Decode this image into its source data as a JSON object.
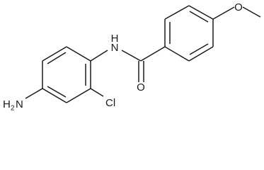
{
  "molecule": {
    "atoms": {
      "methoxy_o": "O",
      "carbonyl_o": "O",
      "amide_n": "N",
      "amide_h": "H",
      "amino_n": "N",
      "amino_h": "H",
      "amino_h_count": "2",
      "chloro": "Cl"
    },
    "colors": {
      "bond": "#1a1a1a",
      "label": "#1a1a1a",
      "background": "#ffffff"
    }
  }
}
